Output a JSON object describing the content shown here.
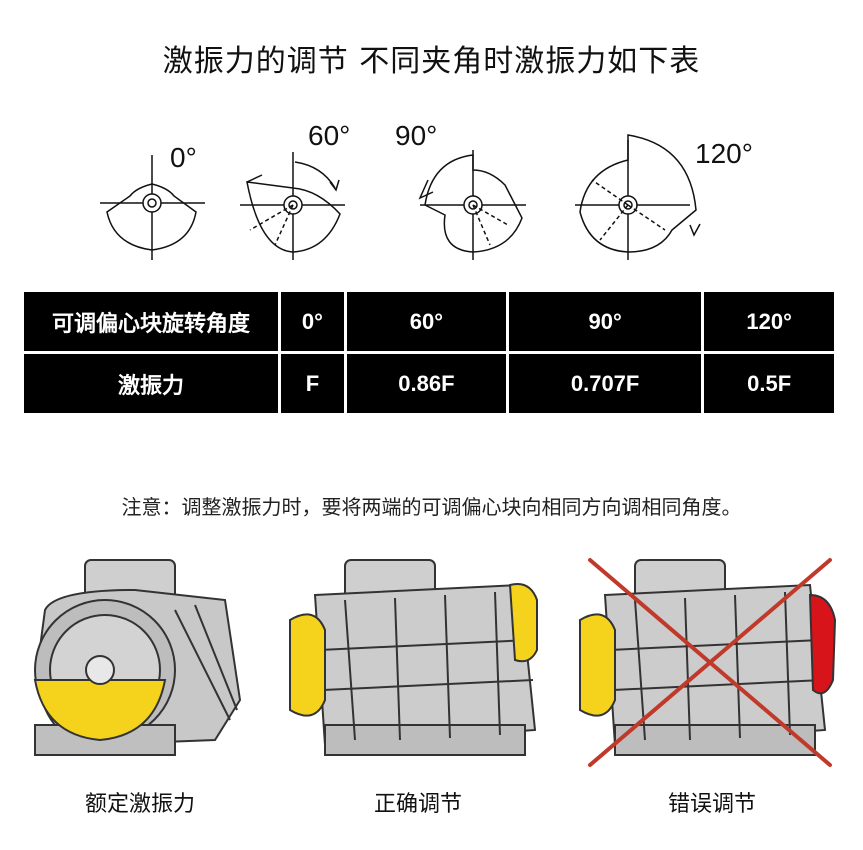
{
  "title": "激振力的调节 不同夹角时激振力如下表",
  "diagram_labels": [
    "0°",
    "60°",
    "90°",
    "120°"
  ],
  "table": {
    "row1_header": "可调偏心块旋转角度",
    "row1_values": [
      "0°",
      "60°",
      "90°",
      "120°"
    ],
    "row2_header": "激振力",
    "row2_values": [
      "F",
      "0.86F",
      "0.707F",
      "0.5F"
    ]
  },
  "note": "注意：调整激振力时，要将两端的可调偏心块向相同方向调相同角度。",
  "captions": [
    "额定激振力",
    "正确调节",
    "错误调节"
  ],
  "colors": {
    "weight": "#f5d21c",
    "wrong_weight": "#d7141a",
    "cross": "#c0392b"
  }
}
